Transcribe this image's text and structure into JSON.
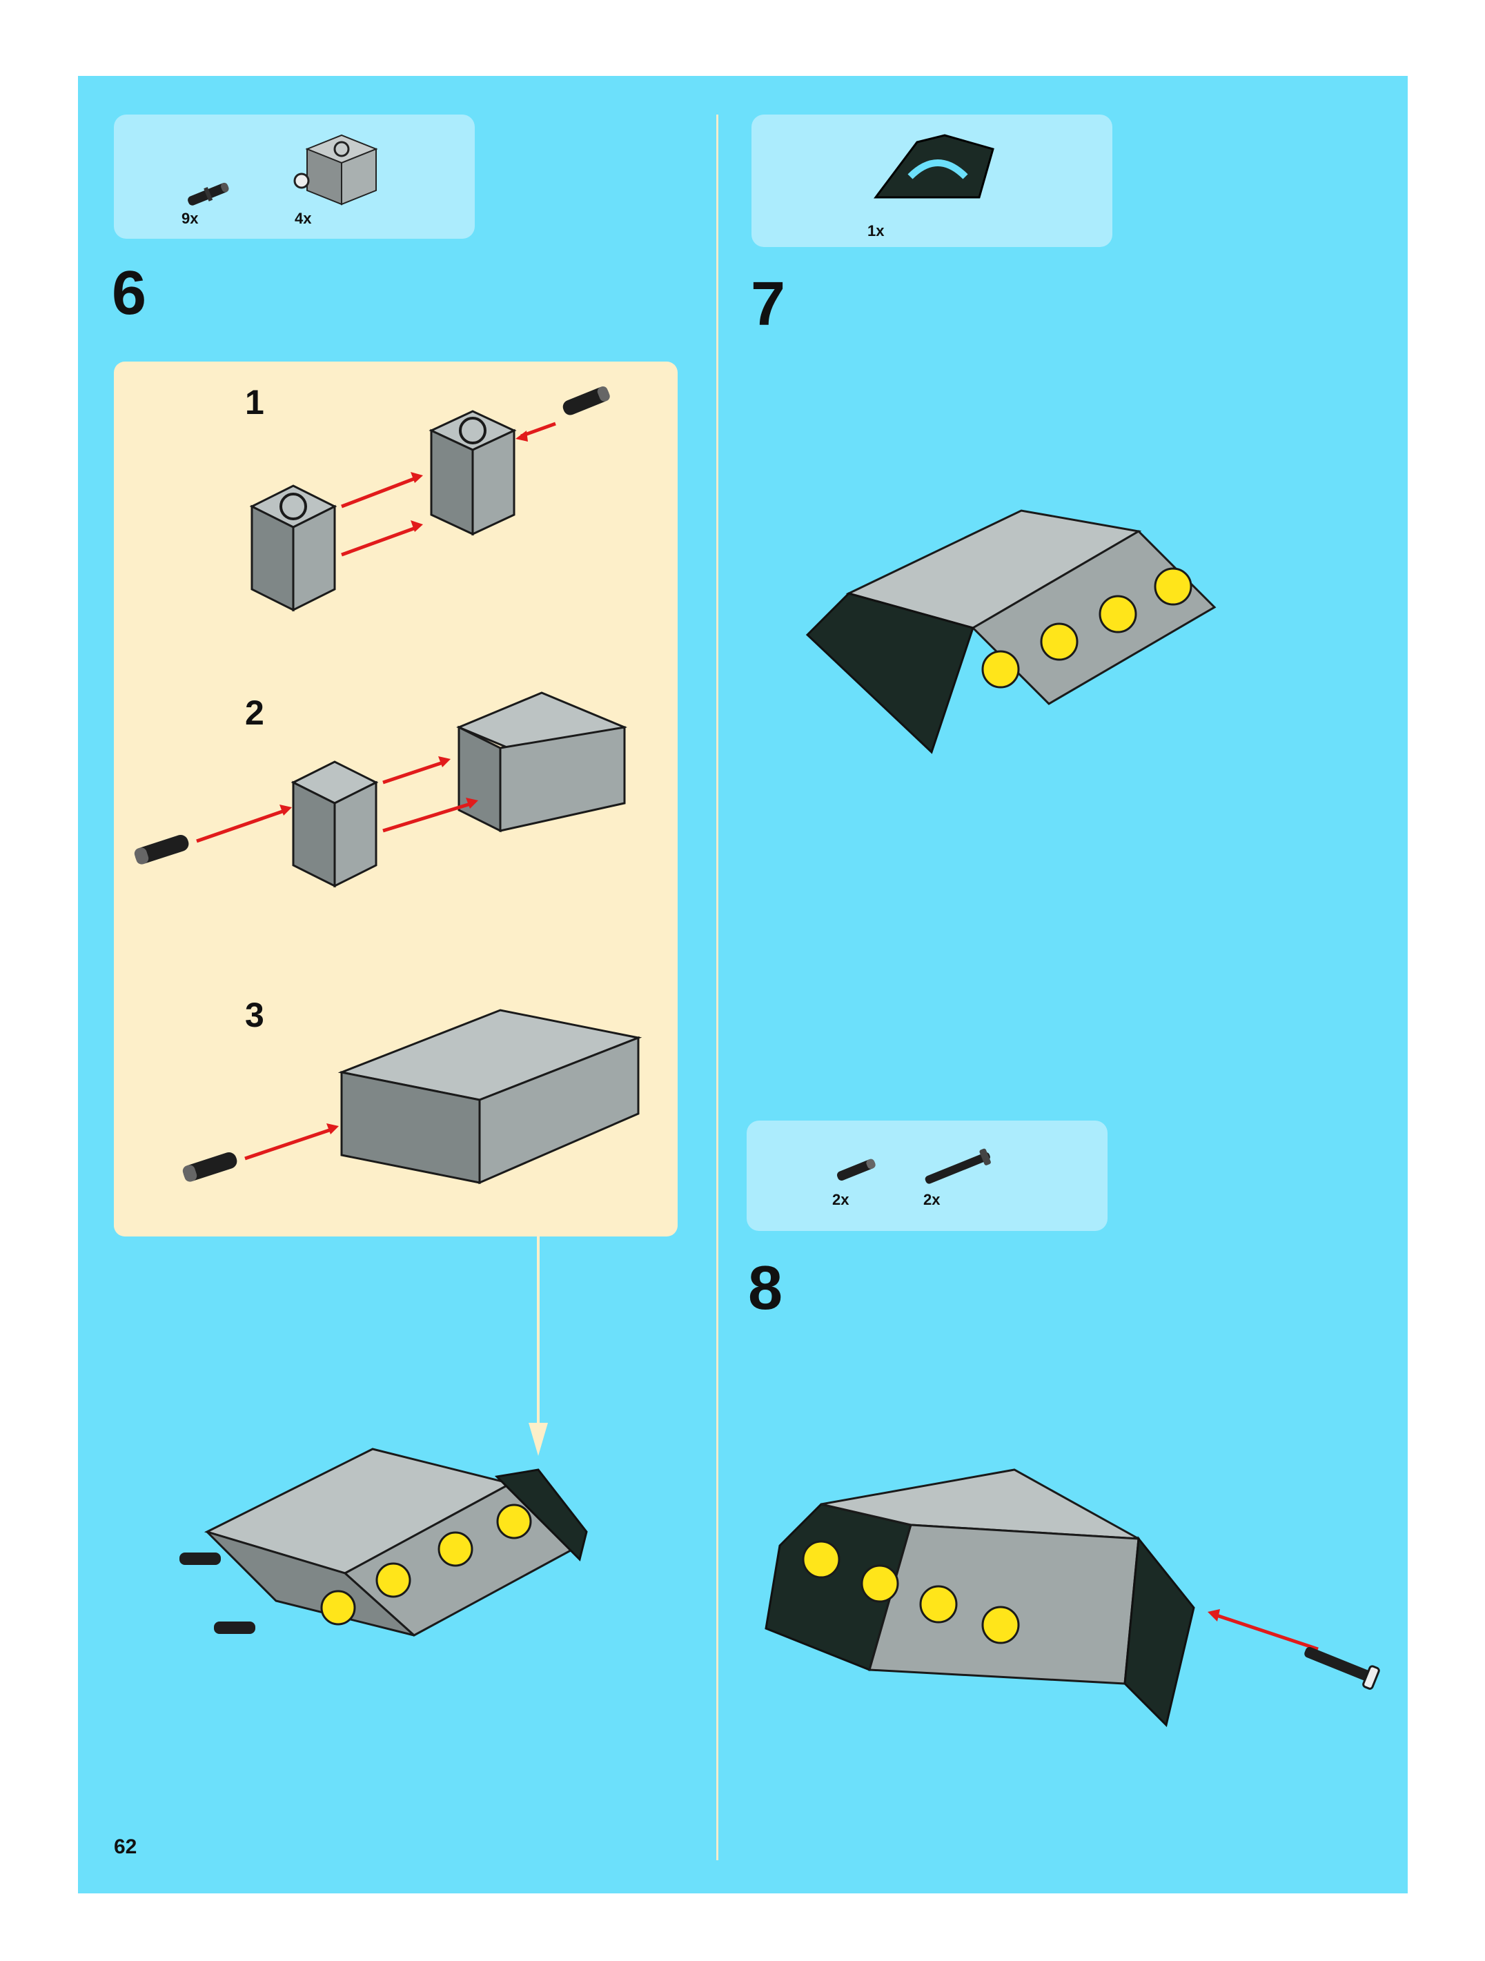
{
  "page_number": "62",
  "colors": {
    "page_bg": "#6ce0fb",
    "parts_box_bg": "#acecfd",
    "substep_bg": "#fdefc9",
    "arrow_red": "#e11b1b",
    "brick_gray": "#a9b0b0",
    "brick_dark": "#1b2a25",
    "hub_yellow": "#ffe51a"
  },
  "steps": [
    {
      "number": "6",
      "parts": [
        {
          "icon": "friction-pin-icon",
          "quantity": "9x"
        },
        {
          "icon": "engine-cylinder-block-icon",
          "quantity": "4x"
        }
      ],
      "substeps": [
        {
          "number": "1"
        },
        {
          "number": "2"
        },
        {
          "number": "3"
        }
      ]
    },
    {
      "number": "7",
      "parts": [
        {
          "icon": "black-triangle-frame-icon",
          "quantity": "1x"
        }
      ]
    },
    {
      "number": "8",
      "parts": [
        {
          "icon": "short-pin-icon",
          "quantity": "2x"
        },
        {
          "icon": "long-axle-pin-icon",
          "quantity": "2x"
        }
      ]
    }
  ]
}
